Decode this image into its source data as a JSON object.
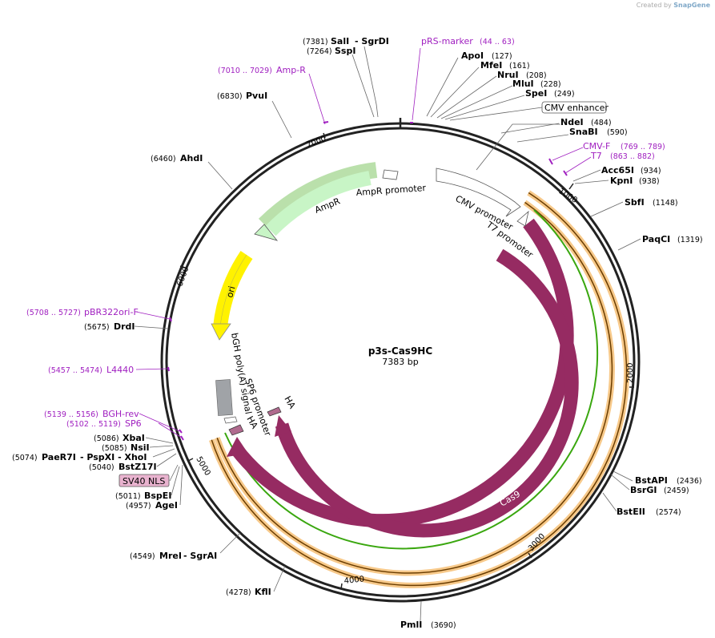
{
  "credit": {
    "prefix": "Created by",
    "brand": "SnapGene"
  },
  "plasmid": {
    "name": "p3s-Cas9HC",
    "size": "7383 bp"
  },
  "ticks": [
    "1000",
    "2000",
    "3000",
    "4000",
    "5000",
    "6000",
    "7000"
  ],
  "enzymes": [
    {
      "pos": "(7381)",
      "name": "SalI",
      "extra": "-  SgrDI"
    },
    {
      "pos": "(7264)",
      "name": "SspI"
    },
    {
      "pos": "(127)",
      "name": "ApoI"
    },
    {
      "pos": "(161)",
      "name": "MfeI"
    },
    {
      "pos": "(208)",
      "name": "NruI"
    },
    {
      "pos": "(228)",
      "name": "MluI"
    },
    {
      "pos": "(249)",
      "name": "SpeI"
    },
    {
      "pos": "(484)",
      "name": "NdeI"
    },
    {
      "pos": "(590)",
      "name": "SnaBI"
    },
    {
      "pos": "(934)",
      "name": "Acc65I"
    },
    {
      "pos": "(938)",
      "name": "KpnI"
    },
    {
      "pos": "(1148)",
      "name": "SbfI"
    },
    {
      "pos": "(1319)",
      "name": "PaqCI"
    },
    {
      "pos": "(2436)",
      "name": "BstAPI"
    },
    {
      "pos": "(2459)",
      "name": "BsrGI"
    },
    {
      "pos": "(2574)",
      "name": "BstEII"
    },
    {
      "pos": "(3690)",
      "name": "PmlI"
    },
    {
      "pos": "(4278)",
      "name": "KflI"
    },
    {
      "pos": "(4549)",
      "name": "MreI",
      "extra": "-  SgrAI"
    },
    {
      "pos": "(4957)",
      "name": "AgeI"
    },
    {
      "pos": "(5011)",
      "name": "BspEI"
    },
    {
      "pos": "(5040)",
      "name": "BstZ17I"
    },
    {
      "pos": "(5074)",
      "name": "PaeR7I",
      "extra": "-  PspXI  -  XhoI"
    },
    {
      "pos": "(5085)",
      "name": "NsiI"
    },
    {
      "pos": "(5086)",
      "name": "XbaI"
    },
    {
      "pos": "(5675)",
      "name": "DrdI"
    },
    {
      "pos": "(6460)",
      "name": "AhdI"
    },
    {
      "pos": "(6830)",
      "name": "PvuI"
    }
  ],
  "primers": [
    {
      "name": "pRS-marker",
      "range": "(44 .. 63)"
    },
    {
      "name": "CMV-F",
      "range": "(769 .. 789)"
    },
    {
      "name": "T7",
      "range": "(863 .. 882)"
    },
    {
      "name": "pBR322ori-F",
      "range": "(5708 .. 5727)"
    },
    {
      "name": "L4440",
      "range": "(5457 .. 5474)"
    },
    {
      "name": "BGH-rev",
      "range": "(5139 .. 5156)"
    },
    {
      "name": "SP6",
      "range": "(5102 .. 5119)"
    },
    {
      "name": "Amp-R",
      "range": "(7010 .. 7029)"
    }
  ],
  "features": {
    "cmv_enhancer": "CMV enhancer",
    "sv40_nls": "SV40 NLS",
    "cmv_promoter": "CMV promoter",
    "t7_promoter": "T7 promoter",
    "ampr_promoter": "AmpR promoter",
    "ampr": "AmpR",
    "ori": "ori",
    "bgh": "bGH poly(A) signal",
    "sp6_promoter": "SP6 promoter",
    "ha1": "HA",
    "ha2": "HA",
    "cas9_inner": "Cas9",
    "cas9_outer": "Cas9"
  },
  "colors": {
    "cas9": "#962b62",
    "orange_highlight": "#f7c98a",
    "green_line": "#3aa70f",
    "ampr_fill": "#c8f5c6",
    "ori_fill": "#fff200",
    "primer": "#a020c0",
    "sv40_fill": "#e9b3cf"
  }
}
